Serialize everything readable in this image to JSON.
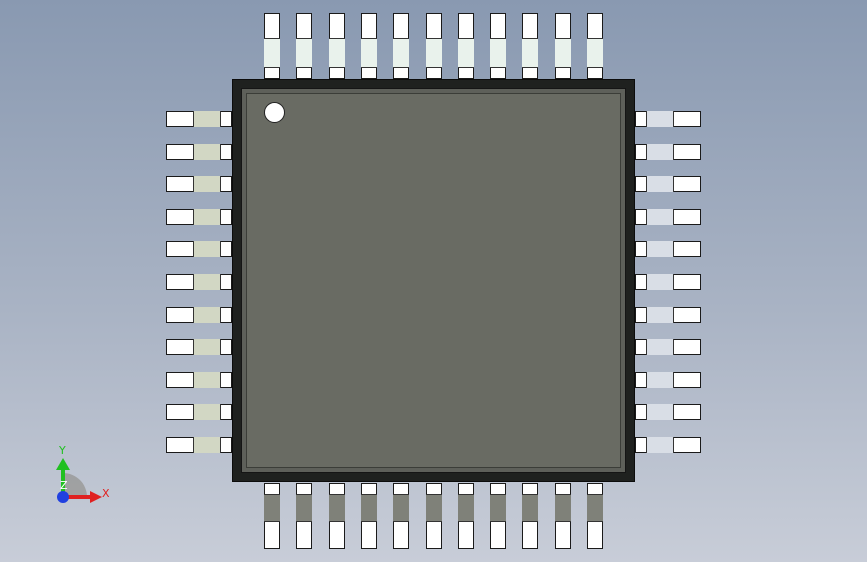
{
  "viewport": {
    "background_top": "#8999b1",
    "background_bottom": "#c8cdd8"
  },
  "package": {
    "pins_per_side": 11,
    "body_color": "#696b63",
    "body_edge_color": "#1f211f",
    "lead_color": "#ffffff",
    "lead_tint_top": "#e9f2ec",
    "lead_tint_left": "#d2d7c4",
    "lead_tint_right": "#d9dee6",
    "lead_tint_bottom": "#7f8179"
  },
  "triad": {
    "x_label": "X",
    "y_label": "Y",
    "z_label": "Z",
    "x_color": "#e02020",
    "y_color": "#20c020",
    "z_color": "#2040e0"
  }
}
